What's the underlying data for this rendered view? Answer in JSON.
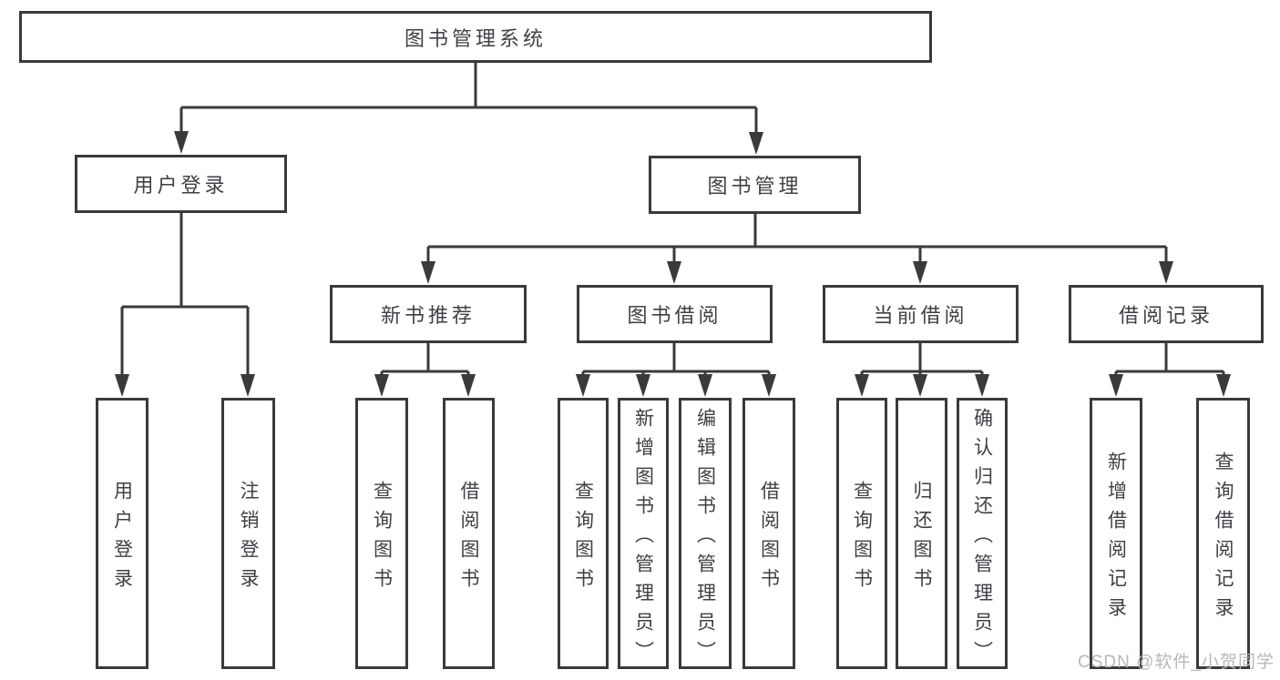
{
  "tree": {
    "label": "图书管理系统",
    "children": [
      {
        "label": "用户登录",
        "children": [
          {
            "label": "用户登录"
          },
          {
            "label": "注销登录"
          }
        ]
      },
      {
        "label": "图书管理",
        "children": [
          {
            "label": "新书推荐",
            "children": [
              {
                "label": "查询图书"
              },
              {
                "label": "借阅图书"
              }
            ]
          },
          {
            "label": "图书借阅",
            "children": [
              {
                "label": "查询图书"
              },
              {
                "label": "新增图书（管理员）"
              },
              {
                "label": "编辑图书（管理员）"
              },
              {
                "label": "借阅图书"
              }
            ]
          },
          {
            "label": "当前借阅",
            "children": [
              {
                "label": "查询图书"
              },
              {
                "label": "归还图书"
              },
              {
                "label": "确认归还（管理员）"
              }
            ]
          },
          {
            "label": "借阅记录",
            "children": [
              {
                "label": "新增借阅记录"
              },
              {
                "label": "查询借阅记录"
              }
            ]
          }
        ]
      }
    ]
  },
  "watermark": "CSDN @软件_小贺同学",
  "colors": {
    "line": "#3a3a3a",
    "text": "#3f3f46",
    "watermark": "#b7b7bd",
    "background": "#ffffff"
  }
}
